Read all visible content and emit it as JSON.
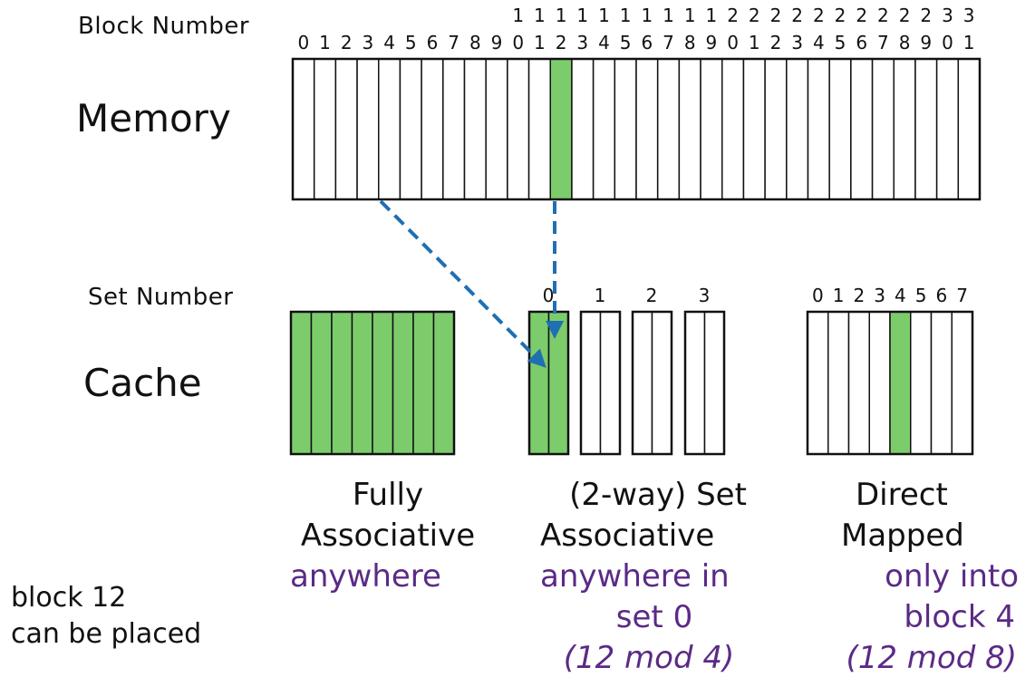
{
  "labels": {
    "block_number": "Block Number",
    "memory": "Memory",
    "set_number": "Set Number",
    "cache": "Cache"
  },
  "memory": {
    "block_count": 32,
    "highlight_block": 12
  },
  "set_assoc": {
    "sets": [
      "0",
      "1",
      "2",
      "3"
    ],
    "highlight_set": 0
  },
  "direct_mapped": {
    "indices": [
      "0",
      "1",
      "2",
      "3",
      "4",
      "5",
      "6",
      "7"
    ],
    "highlight_block": 4
  },
  "captions": {
    "fully": {
      "line1": "Fully",
      "line2": "Associative",
      "note": "anywhere"
    },
    "set": {
      "line1": "(2-way) Set",
      "line2": "Associative",
      "note1": "anywhere in",
      "note2": "set 0",
      "note3": "(12 mod 4)"
    },
    "direct": {
      "line1": "Direct",
      "line2": "Mapped",
      "note1": "only into",
      "note2": "block 4",
      "note3": "(12 mod 8)"
    }
  },
  "placement_note": {
    "line1": "block 12",
    "line2": "can be placed"
  },
  "colors": {
    "green": "#7ccc6c",
    "arrow": "#1f6fb2",
    "purple": "#5b2a86"
  }
}
